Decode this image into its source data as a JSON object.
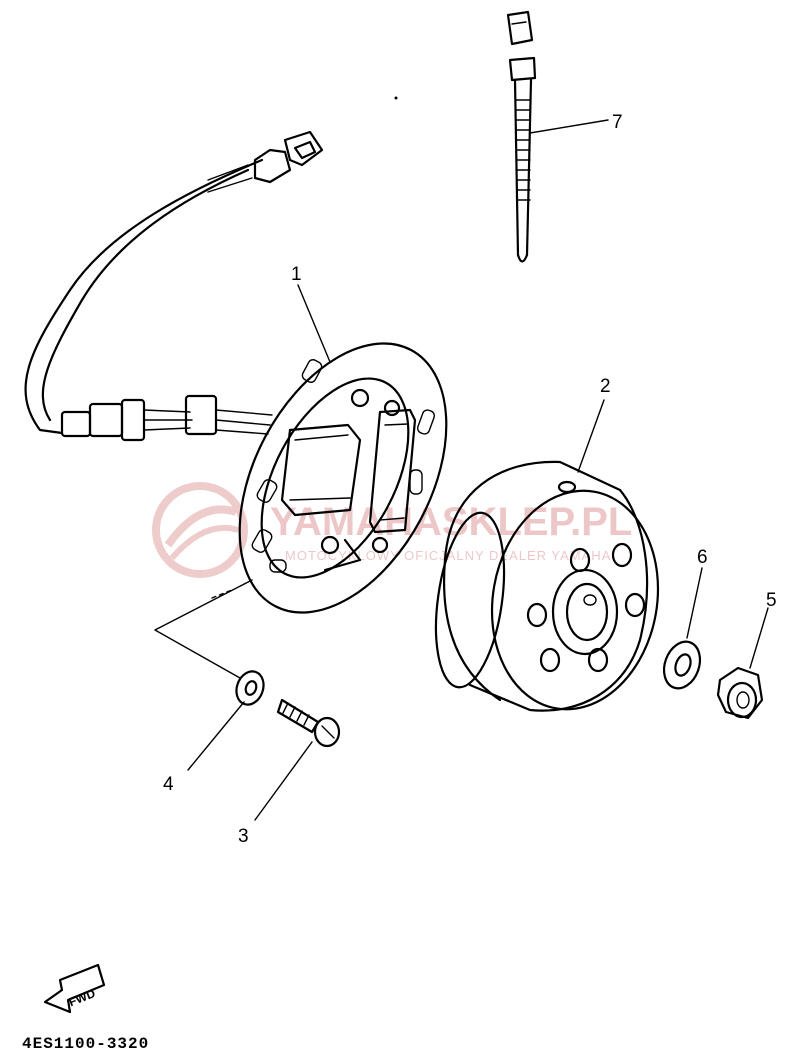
{
  "callouts": [
    {
      "id": "1",
      "label": "1"
    },
    {
      "id": "2",
      "label": "2"
    },
    {
      "id": "3",
      "label": "3"
    },
    {
      "id": "4",
      "label": "4"
    },
    {
      "id": "5",
      "label": "5"
    },
    {
      "id": "6",
      "label": "6"
    },
    {
      "id": "7",
      "label": "7"
    }
  ],
  "fwd_arrow": {
    "label": "FWD"
  },
  "diagram_code": "4ES1100-3320",
  "watermark": {
    "brand": "YAMAHASKLEP.PL",
    "tagline": "MOTOCYKLOWY OFICJALNY DEALER YAMAHA",
    "color": "#e2a3a3"
  },
  "colors": {
    "line": "#000000",
    "background": "#ffffff"
  }
}
